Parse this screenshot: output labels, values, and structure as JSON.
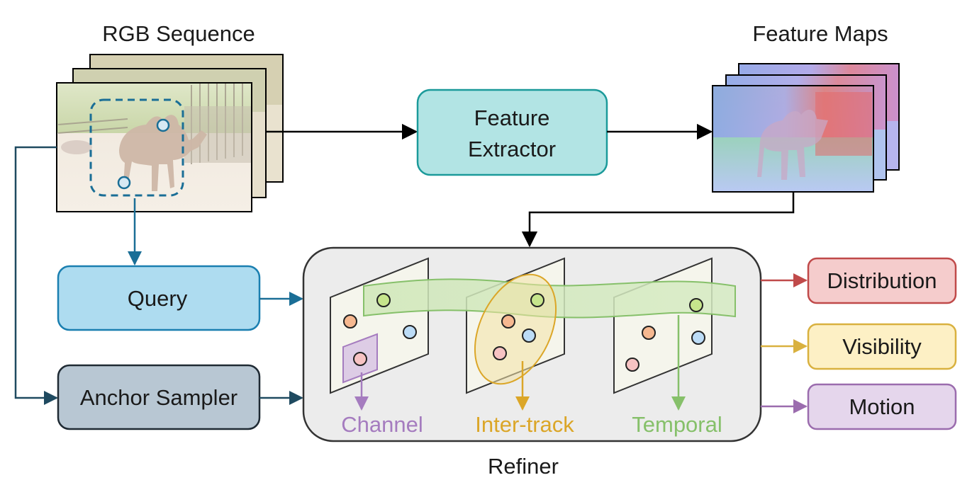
{
  "labels": {
    "rgb_sequence": "RGB Sequence",
    "feature_maps": "Feature Maps",
    "refiner": "Refiner"
  },
  "boxes": {
    "feature_extractor_line1": "Feature",
    "feature_extractor_line2": "Extractor",
    "query": "Query",
    "anchor_sampler": "Anchor Sampler"
  },
  "mechanisms": {
    "channel": "Channel",
    "inter_track": "Inter-track",
    "temporal": "Temporal"
  },
  "outputs": {
    "distribution": "Distribution",
    "visibility": "Visibility",
    "motion": "Motion"
  },
  "colors": {
    "teal_box": "#b2e4e4",
    "teal_border": "#1b9a9a",
    "query_box": "#aedcf0",
    "query_border": "#1a7fb0",
    "anchor_box": "#b8c7d3",
    "anchor_border": "#1f2a33",
    "refiner_bg": "#ececec",
    "channel": "#a57cbf",
    "inter_track": "#dba628",
    "temporal": "#86c06a",
    "distribution_fill": "#f5cccc",
    "distribution_border": "#c04a4a",
    "visibility_fill": "#fdf0c5",
    "visibility_border": "#d9b13f",
    "motion_fill": "#e5d6ec",
    "motion_border": "#9b6cae",
    "dot_orange": "#f6b890",
    "dot_green": "#c6e58c",
    "dot_blue": "#bcdcf6",
    "dot_pink": "#f7c3c3"
  }
}
